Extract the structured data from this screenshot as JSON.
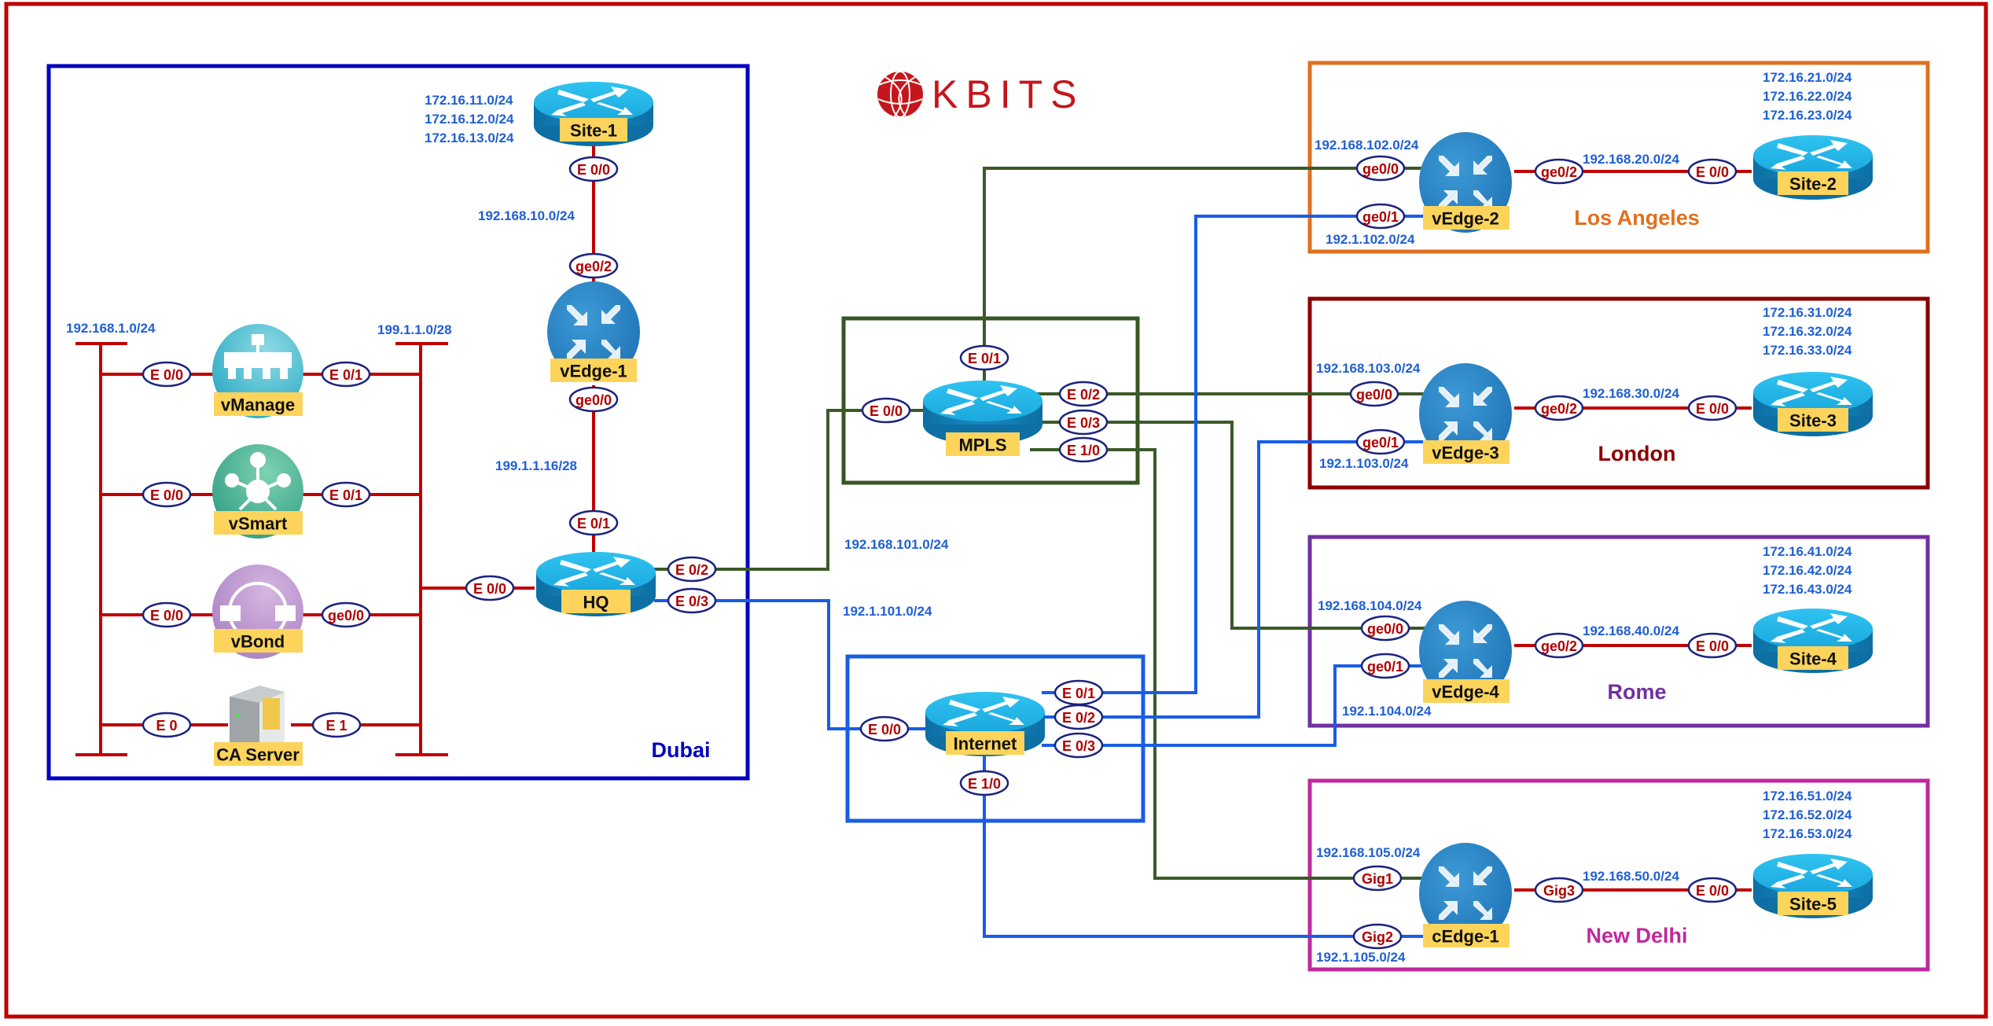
{
  "logo": {
    "text": "KBITS",
    "color": "#c4161c"
  },
  "colors": {
    "outer_border": "#c00000",
    "lan_link": "#c00000",
    "mpls_link": "#3a5a28",
    "internet_link": "#1a5ce6",
    "network_label": "#1f5fd6",
    "interface_label": "#b00000",
    "device_label_bg": "#fcd45c"
  },
  "regions": {
    "dubai": {
      "label": "Dubai",
      "color": "#0000c0"
    },
    "mpls_cloud": {
      "color": "#375623"
    },
    "internet_cloud": {
      "color": "#1a5ce6"
    },
    "los_angeles": {
      "label": "Los Angeles",
      "color": "#e07020"
    },
    "london": {
      "label": "London",
      "color": "#8b0000"
    },
    "rome": {
      "label": "Rome",
      "color": "#7030a0"
    },
    "new_delhi": {
      "label": "New Delhi",
      "color": "#c0289e"
    }
  },
  "devices": {
    "site1": {
      "label": "Site-1",
      "type": "router"
    },
    "vedge1": {
      "label": "vEdge-1",
      "type": "vedge"
    },
    "hq": {
      "label": "HQ",
      "type": "router"
    },
    "vmanage": {
      "label": "vManage",
      "type": "vmanage"
    },
    "vsmart": {
      "label": "vSmart",
      "type": "vsmart"
    },
    "vbond": {
      "label": "vBond",
      "type": "vbond"
    },
    "ca_server": {
      "label": "CA Server",
      "type": "server"
    },
    "mpls": {
      "label": "MPLS",
      "type": "router"
    },
    "internet": {
      "label": "Internet",
      "type": "router"
    },
    "vedge2": {
      "label": "vEdge-2",
      "type": "vedge"
    },
    "site2": {
      "label": "Site-2",
      "type": "router"
    },
    "vedge3": {
      "label": "vEdge-3",
      "type": "vedge"
    },
    "site3": {
      "label": "Site-3",
      "type": "router"
    },
    "vedge4": {
      "label": "vEdge-4",
      "type": "vedge"
    },
    "site4": {
      "label": "Site-4",
      "type": "router"
    },
    "cedge1": {
      "label": "cEdge-1",
      "type": "vedge"
    },
    "site5": {
      "label": "Site-5",
      "type": "router"
    }
  },
  "networks": {
    "site1_lans": [
      "172.16.11.0/24",
      "172.16.12.0/24",
      "172.16.13.0/24"
    ],
    "site1_vedge1": "192.168.10.0/24",
    "mgmt_lan": "192.168.1.0/24",
    "controller_lan": "199.1.1.0/28",
    "vedge1_hq": "199.1.1.16/28",
    "hq_mpls": "192.168.101.0/24",
    "hq_internet": "192.1.101.0/24",
    "site2_lans": [
      "172.16.21.0/24",
      "172.16.22.0/24",
      "172.16.23.0/24"
    ],
    "vedge2_mpls": "192.168.102.0/24",
    "vedge2_inet": "192.1.102.0/24",
    "vedge2_site2": "192.168.20.0/24",
    "site3_lans": [
      "172.16.31.0/24",
      "172.16.32.0/24",
      "172.16.33.0/24"
    ],
    "vedge3_mpls": "192.168.103.0/24",
    "vedge3_inet": "192.1.103.0/24",
    "vedge3_site3": "192.168.30.0/24",
    "site4_lans": [
      "172.16.41.0/24",
      "172.16.42.0/24",
      "172.16.43.0/24"
    ],
    "vedge4_mpls": "192.168.104.0/24",
    "vedge4_inet": "192.1.104.0/24",
    "vedge4_site4": "192.168.40.0/24",
    "site5_lans": [
      "172.16.51.0/24",
      "172.16.52.0/24",
      "172.16.53.0/24"
    ],
    "cedge1_mpls": "192.168.105.0/24",
    "cedge1_inet": "192.1.105.0/24",
    "cedge1_site5": "192.168.50.0/24"
  },
  "interfaces": {
    "site1_e00": "E 0/0",
    "vedge1_ge02": "ge0/2",
    "vedge1_ge00": "ge0/0",
    "hq_e01": "E 0/1",
    "hq_e00": "E 0/0",
    "hq_e02": "E 0/2",
    "hq_e03": "E 0/3",
    "vmanage_e00": "E 0/0",
    "vmanage_e01": "E 0/1",
    "vsmart_e00": "E 0/0",
    "vsmart_e01": "E 0/1",
    "vbond_e00": "E 0/0",
    "vbond_ge00": "ge0/0",
    "ca_e0": "E 0",
    "ca_e1": "E 1",
    "mpls_e00": "E 0/0",
    "mpls_e01": "E 0/1",
    "mpls_e02": "E 0/2",
    "mpls_e03": "E 0/3",
    "mpls_e10": "E 1/0",
    "inet_e00": "E 0/0",
    "inet_e01": "E 0/1",
    "inet_e02": "E 0/2",
    "inet_e03": "E 0/3",
    "inet_e10": "E 1/0",
    "vedge2_ge00": "ge0/0",
    "vedge2_ge01": "ge0/1",
    "vedge2_ge02": "ge0/2",
    "site2_e00": "E 0/0",
    "vedge3_ge00": "ge0/0",
    "vedge3_ge01": "ge0/1",
    "vedge3_ge02": "ge0/2",
    "site3_e00": "E 0/0",
    "vedge4_ge00": "ge0/0",
    "vedge4_ge01": "ge0/1",
    "vedge4_ge02": "ge0/2",
    "site4_e00": "E 0/0",
    "cedge1_gig1": "Gig1",
    "cedge1_gig2": "Gig2",
    "cedge1_gig3": "Gig3",
    "site5_e00": "E 0/0"
  }
}
